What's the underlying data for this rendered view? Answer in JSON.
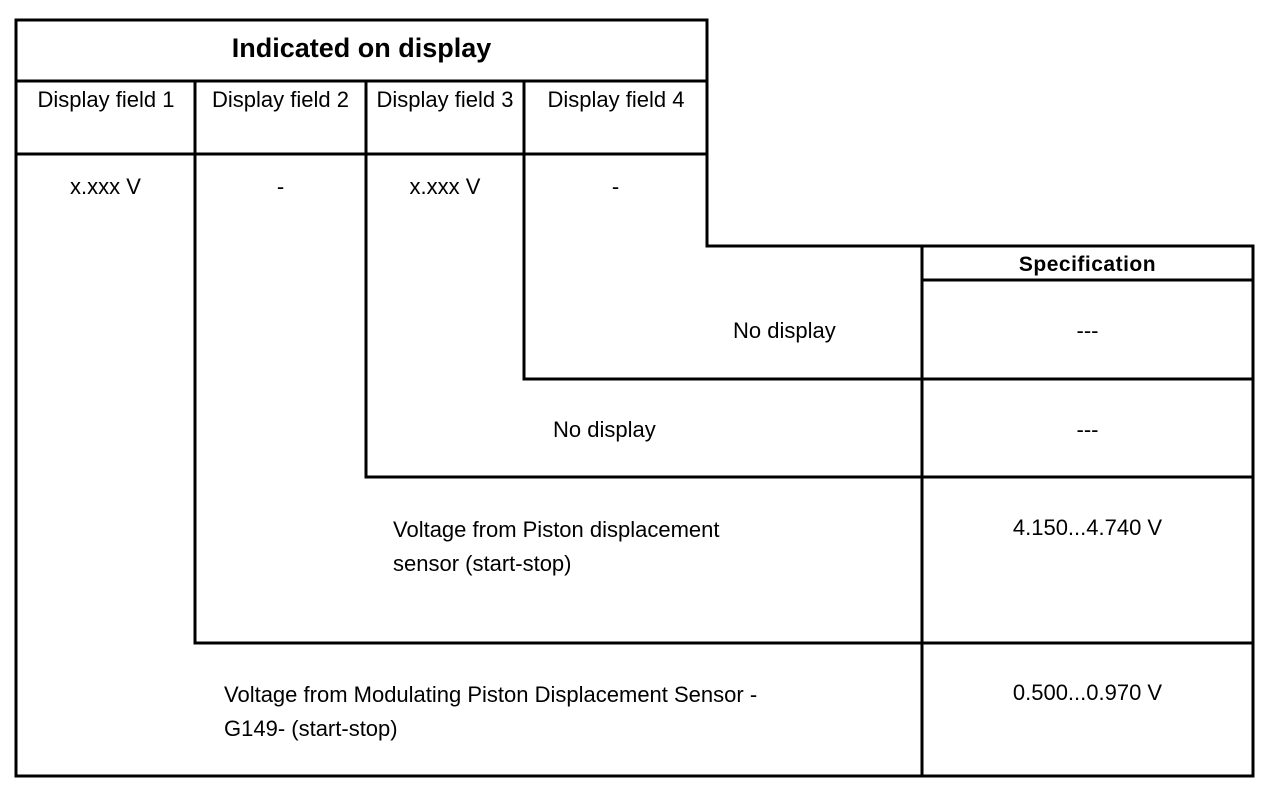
{
  "header": {
    "title": "Indicated on display",
    "field1": "Display field 1",
    "field2": "Display field 2",
    "field3": "Display field 3",
    "field4": "Display field 4",
    "specification": "Specification"
  },
  "values_row": {
    "field1": "x.xxx V",
    "field2": "-",
    "field3": "x.xxx V",
    "field4": "-"
  },
  "rows": [
    {
      "label": "No display",
      "spec": "---"
    },
    {
      "label": "No display",
      "spec": "---"
    },
    {
      "label": "Voltage from Piston displacement sensor (start-stop)",
      "spec": "4.150...4.740 V"
    },
    {
      "label": "Voltage from Modulating Piston Displacement Sensor -G149- (start-stop)",
      "spec": "0.500...0.970 V"
    }
  ]
}
